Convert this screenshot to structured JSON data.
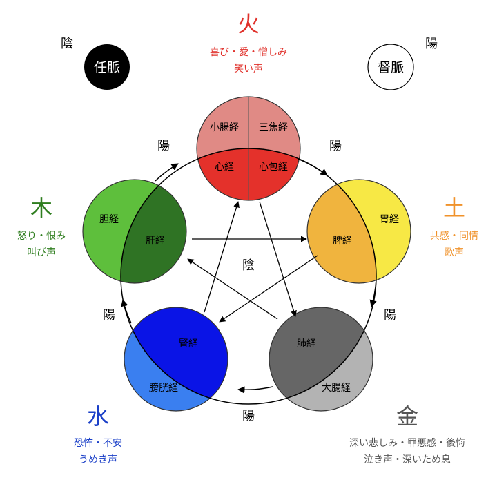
{
  "elements": {
    "fire": {
      "name": "火",
      "emotion": "喜び・愛・憎しみ",
      "voice": "笑い声",
      "color": "#e0302a"
    },
    "earth": {
      "name": "土",
      "emotion": "共感・同情",
      "voice": "歌声",
      "color": "#f0922a"
    },
    "metal": {
      "name": "金",
      "emotion": "深い悲しみ・罪悪感・後悔",
      "voice": "泣き声・深いため息",
      "color": "#555555"
    },
    "water": {
      "name": "水",
      "emotion": "恐怖・不安",
      "voice": "うめき声",
      "color": "#1a3fc8"
    },
    "wood": {
      "name": "木",
      "emotion": "怒り・恨み",
      "voice": "叫び声",
      "color": "#2e7d1e"
    }
  },
  "meridians": {
    "small_intestine": "小腸経",
    "triple_burner": "三焦経",
    "heart": "心経",
    "pericardium": "心包経",
    "stomach": "胃経",
    "spleen": "脾経",
    "lung": "肺経",
    "large_intestine": "大腸経",
    "kidney": "腎経",
    "bladder": "膀胱経",
    "gallbladder": "胆経",
    "liver": "肝経"
  },
  "vessels": {
    "conception": {
      "label": "任脈",
      "side": "陰"
    },
    "governing": {
      "label": "督脈",
      "side": "陽"
    }
  },
  "labels": {
    "yang": "陽",
    "yin": "陰"
  },
  "colors": {
    "fire_yang": "#e08a85",
    "fire_yin": "#e4312b",
    "earth_yang": "#f7e845",
    "earth_yin": "#f0b43e",
    "metal_yang": "#b3b3b3",
    "metal_yin": "#666666",
    "water_yang": "#3a7ff0",
    "water_yin": "#0a14e6",
    "wood_yang": "#5ebf3c",
    "wood_yin": "#2f7324"
  }
}
